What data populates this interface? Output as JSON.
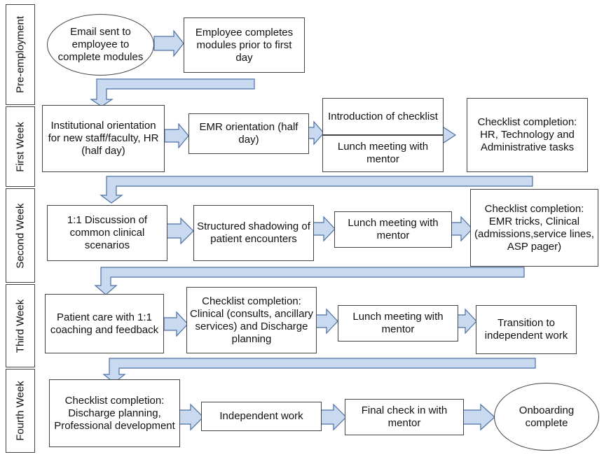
{
  "colors": {
    "arrow_fill": "#c9daf0",
    "arrow_stroke": "#4a6fa5",
    "border": "#444444"
  },
  "lanes": [
    {
      "label": "Pre-employment"
    },
    {
      "label": "First Week"
    },
    {
      "label": "Second Week"
    },
    {
      "label": "Third Week"
    },
    {
      "label": "Fourth Week"
    }
  ],
  "steps": {
    "pre": {
      "email": "Email sent to employee to complete modules",
      "modules": "Employee completes modules prior to first day"
    },
    "week1": {
      "institutional": "Institutional orientation for new staff/faculty, HR (half day)",
      "emr": "EMR orientation (half day)",
      "intro_checklist": "Introduction of checklist",
      "lunch": "Lunch meeting with mentor",
      "checklist": "Checklist completion: HR, Technology and Administrative tasks"
    },
    "week2": {
      "discussion": "1:1 Discussion of common clinical scenarios",
      "shadowing": "Structured shadowing of patient encounters",
      "lunch": "Lunch meeting with mentor",
      "checklist": "Checklist completion: EMR tricks, Clinical (admissions,service lines, ASP pager)"
    },
    "week3": {
      "patient_care": "Patient care with 1:1 coaching and feedback",
      "checklist": "Checklist completion: Clinical (consults, ancillary services) and Discharge planning",
      "lunch": "Lunch meeting with mentor",
      "transition": "Transition to independent work"
    },
    "week4": {
      "checklist": "Checklist completion: Discharge planning, Professional development",
      "independent": "Independent work",
      "final_check": "Final check in with mentor",
      "complete": "Onboarding complete"
    }
  }
}
